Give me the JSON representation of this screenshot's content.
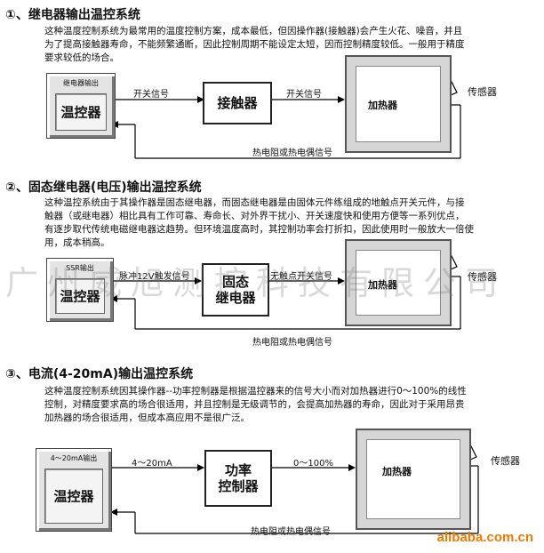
{
  "watermark": "广州威旭测控科技有限公司",
  "site_mark": "alibaba.com.cn",
  "sections": [
    {
      "title": "①、继电器输出温控系统",
      "lines": [
        "这种温度控制系统为最常用的温度控制方案，成本最低，但因操作器(接触器)会产生火花、噪音，并且",
        "为了提高接触器寿命，不能频繁通断，因此控制周期不能设定太短，因而控制精度较低。一般用于精度",
        "要求较低的场合。"
      ],
      "controller": {
        "sub": "继电器输出",
        "name": "温控器"
      },
      "signal_label": "开关信号",
      "actuator": [
        "接触器"
      ],
      "output_label": "开关信号",
      "heater": "加热器",
      "sensor": "传感器",
      "feedback": "热电阻或热电偶信号"
    },
    {
      "title": "②、固态继电器(电压)输出温控系统",
      "lines": [
        "这种温控系统由于其操作器是固态继电器，而固态继电器是由固体元件练组成的地触点开关元件，与接",
        "触器（或继电器）相比具有工作可靠、寿命长、对外界干扰小、开关速度快和使用方便等一系列优点，",
        "有逐步取代传统电磁继电器这趋势。但环境温度高时，其控制功率会打折扣，因此使用时一般放大一倍使",
        "用，成本稍高。"
      ],
      "controller": {
        "sub": "SSR输出",
        "name": "温控器"
      },
      "signal_label": "脉冲12V触发信号",
      "actuator": [
        "固态",
        "继电器"
      ],
      "output_label": "无触点开关信号",
      "heater": "加热器",
      "sensor": "传感器",
      "feedback": "热电阻或热电偶信号"
    },
    {
      "title": "③、电流(4-20mA)输出温控系统",
      "lines": [
        "这种温度控制系统因其操作器--功率控制器是根据温控器来的信号大小而对加热器进行0～100%的线性",
        "控制，对精度要求高的场合很适用，并且控制是无级调节的，会提高加热器的寿命，因此对于采用昂贵",
        "加热器的场合很适用，但成本高应用不是很广泛。"
      ],
      "controller": {
        "sub": "4～20mA输出",
        "name": "温控器"
      },
      "signal_label": "4～20mA",
      "actuator": [
        "功率",
        "控制器"
      ],
      "output_label": "0～100%",
      "heater": "加热器",
      "sensor": "传感器",
      "feedback": "热电阻或热电偶信号"
    }
  ]
}
